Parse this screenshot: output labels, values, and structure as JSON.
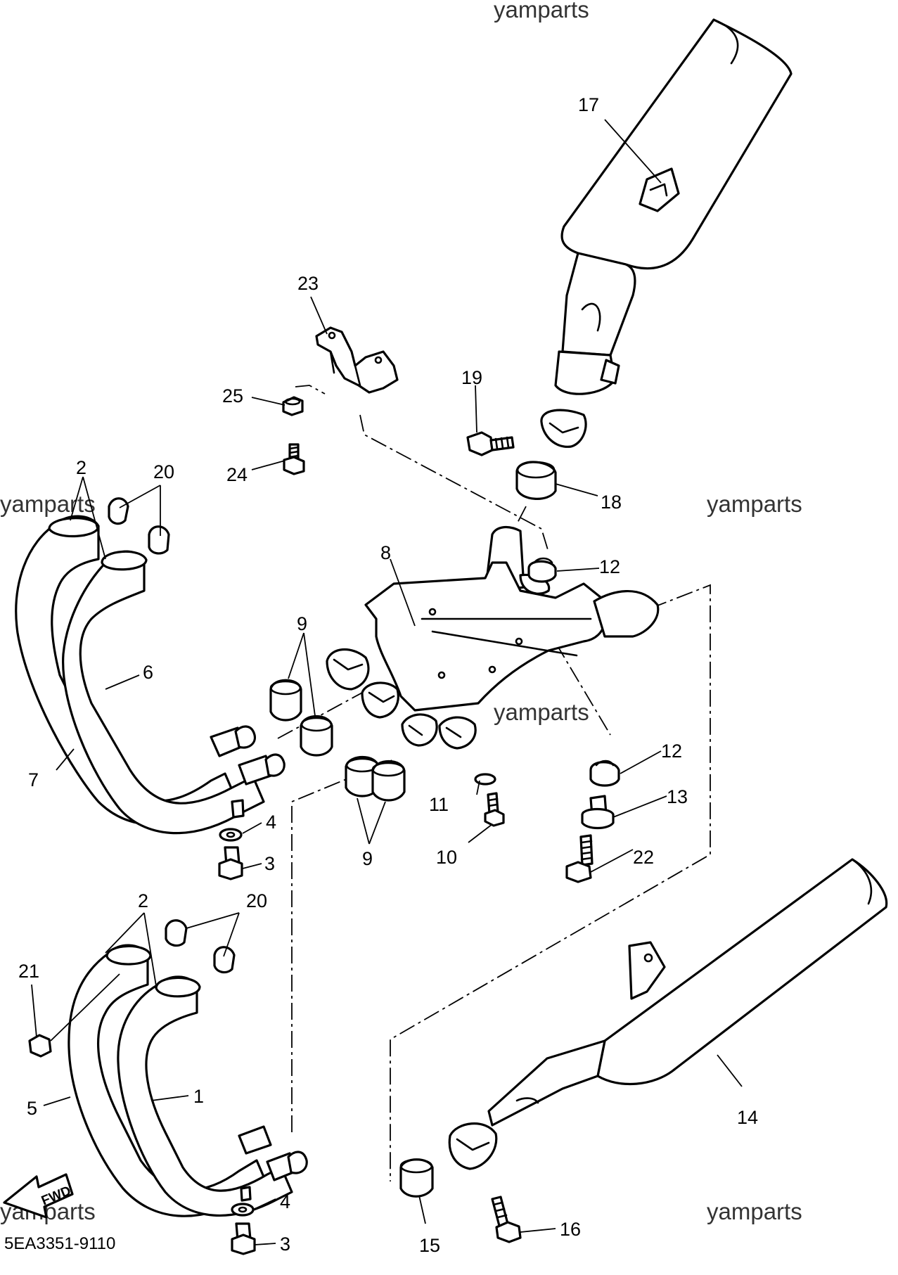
{
  "diagram": {
    "code": "5EA3351-9110",
    "fwd_label": "FWD",
    "watermark": "yamparts",
    "parts": {
      "p1": "1",
      "p2": "2",
      "p3": "3",
      "p4": "4",
      "p5": "5",
      "p6": "6",
      "p7": "7",
      "p8": "8",
      "p9": "9",
      "p10": "10",
      "p11": "11",
      "p12": "12",
      "p13": "13",
      "p14": "14",
      "p15": "15",
      "p16": "16",
      "p17": "17",
      "p18": "18",
      "p19": "19",
      "p20": "20",
      "p21": "21",
      "p22": "22",
      "p23": "23",
      "p24": "24",
      "p25": "25"
    }
  }
}
